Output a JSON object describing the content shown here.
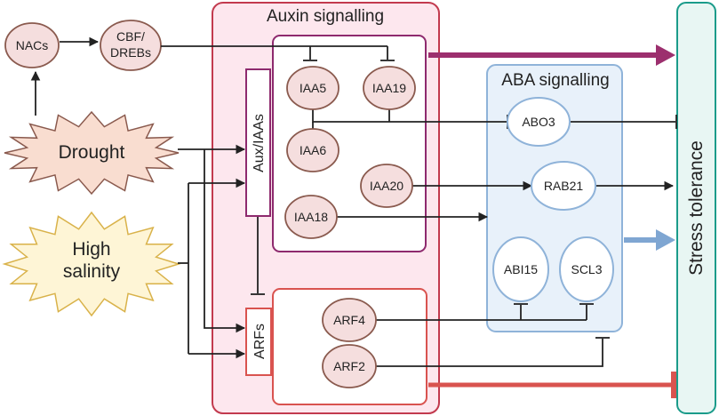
{
  "colors": {
    "auxin_fill": "#fde7ee",
    "auxin_stroke": "#c23a4e",
    "auxiaa_stroke": "#8e2a6e",
    "arf_stroke": "#d9534f",
    "aba_fill": "#e8f1fa",
    "aba_stroke": "#8fb3d9",
    "stress_fill": "#e8f6f3",
    "stress_stroke": "#1a9b8a",
    "node_fill": "#f5dede",
    "node_stroke": "#8a5a4e",
    "aba_node_fill": "#ffffff",
    "aba_node_stroke": "#8fb3d9",
    "arrow_auxin": "#9c2f6e",
    "arrow_aba": "#7fa6d2",
    "inhibit_arf": "#d9534f",
    "line": "#222222"
  },
  "labels": {
    "nacs": "NACs",
    "cbf_line1": "CBF/",
    "cbf_line2": "DREBs",
    "drought": "Drought",
    "salinity_line1": "High",
    "salinity_line2": "salinity",
    "auxin_title": "Auxin signalling",
    "auxiaa": "Aux/IAAs",
    "arfs": "ARFs",
    "iaa5": "IAA5",
    "iaa19": "IAA19",
    "iaa6": "IAA6",
    "iaa20": "IAA20",
    "iaa18": "IAA18",
    "arf4": "ARF4",
    "arf2": "ARF2",
    "aba_title": "ABA signalling",
    "abo3": "ABO3",
    "rab21": "RAB21",
    "abi15": "ABI15",
    "scl3": "SCL3",
    "stress": "Stress tolerance"
  }
}
